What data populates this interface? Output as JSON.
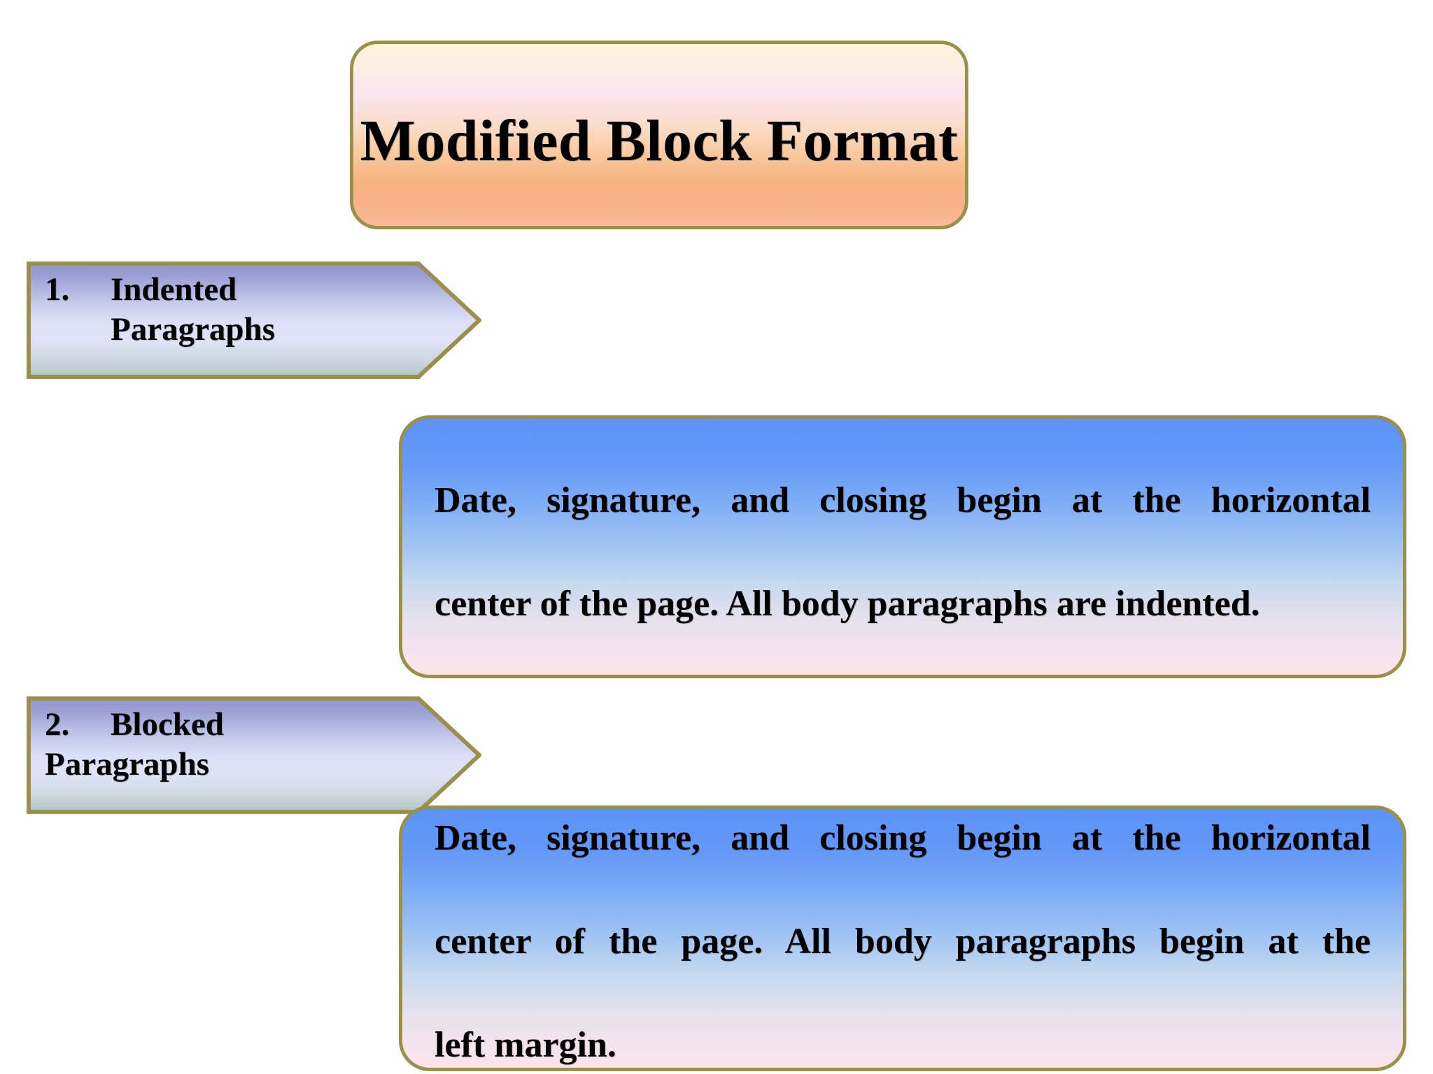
{
  "slide": {
    "background_color": "#ffffff",
    "accent_border_color": "#9b8f4c",
    "title_gradient_top": "#fdf3dc",
    "title_gradient_bottom": "#f8b187",
    "arrow_gradient_top": "#959bd0",
    "arrow_gradient_mid": "#dfe2f7",
    "arrow_gradient_bottom": "#b5c7c7",
    "body_gradient_top": "#5c93f6",
    "body_gradient_bottom": "#fae4e8"
  },
  "title": {
    "text": "Modified Block Format"
  },
  "items": [
    {
      "number": "1.",
      "label_line1": "Indented",
      "label_line2": "Paragraphs",
      "label_full": "1.\tIndented\n        Paragraphs",
      "description_line1": "Date, signature, and closing begin at the horizontal",
      "description_line2": "center of the page. All body paragraphs are indented.",
      "description_line3": "",
      "description_full": "Date, signature, and closing begin at the horizontal center of the page. All body paragraphs are indented."
    },
    {
      "number": "2.",
      "label_line1": "Blocked",
      "label_line2": "Paragraphs",
      "label_full": "2.\tBlocked\nParagraphs",
      "description_line1": "Date, signature, and closing begin at the horizontal",
      "description_line2": "center of the page. All body paragraphs begin at the",
      "description_line3": "left margin.",
      "description_full": "Date, signature, and closing begin at the horizontal center of the page. All body paragraphs begin at the left margin."
    }
  ]
}
